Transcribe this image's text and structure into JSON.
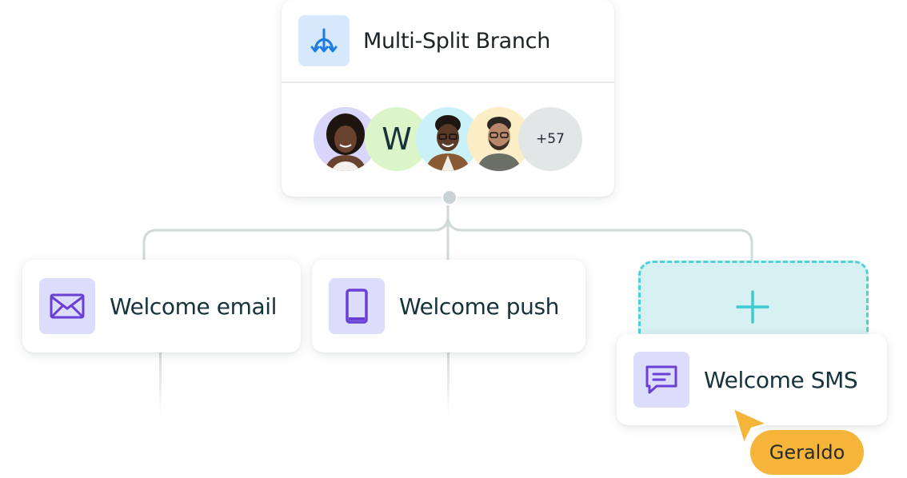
{
  "branch": {
    "title": "Multi-Split Branch",
    "icon": "split-branch-icon",
    "audience": {
      "initial": "W",
      "more_count": "+57"
    }
  },
  "steps": [
    {
      "label": "Welcome email",
      "icon": "mail-icon"
    },
    {
      "label": "Welcome push",
      "icon": "phone-icon"
    },
    {
      "label": "Welcome SMS",
      "icon": "message-icon"
    }
  ],
  "drop_zone": {
    "icon": "plus-icon"
  },
  "cursor": {
    "user": "Geraldo",
    "color": "#f4b53a"
  },
  "colors": {
    "accent_blue": "#1e7be0",
    "icon_purple": "#6a3fd6",
    "drop_teal": "#4fd0d6"
  }
}
